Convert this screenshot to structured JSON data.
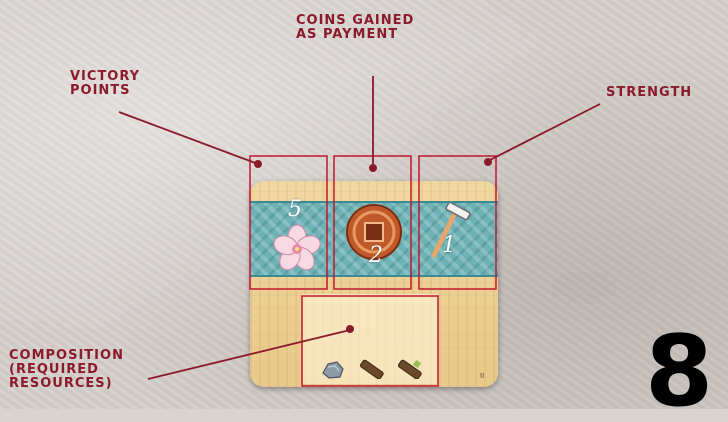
{
  "labels": {
    "victory_points": [
      "VICTORY",
      "POINTS"
    ],
    "coins": [
      "COINS GAINED",
      "AS PAYMENT"
    ],
    "strength": "STRENGTH",
    "composition": [
      "COMPOSITION",
      "(REQUIRED",
      "RESOURCES)"
    ]
  },
  "card": {
    "victory_points_value": "5",
    "coins_value": "2",
    "strength_value": "1",
    "corner_mark": "II"
  },
  "page_number": "8",
  "colors": {
    "accent": "#c0172f",
    "label": "#8b1a2b",
    "band": "#6fb2b6",
    "parchment": "#f0d7a0"
  },
  "icons": [
    "cherry-blossom-icon",
    "coin-icon",
    "hammer-icon",
    "stone-icon",
    "wood-icon"
  ]
}
